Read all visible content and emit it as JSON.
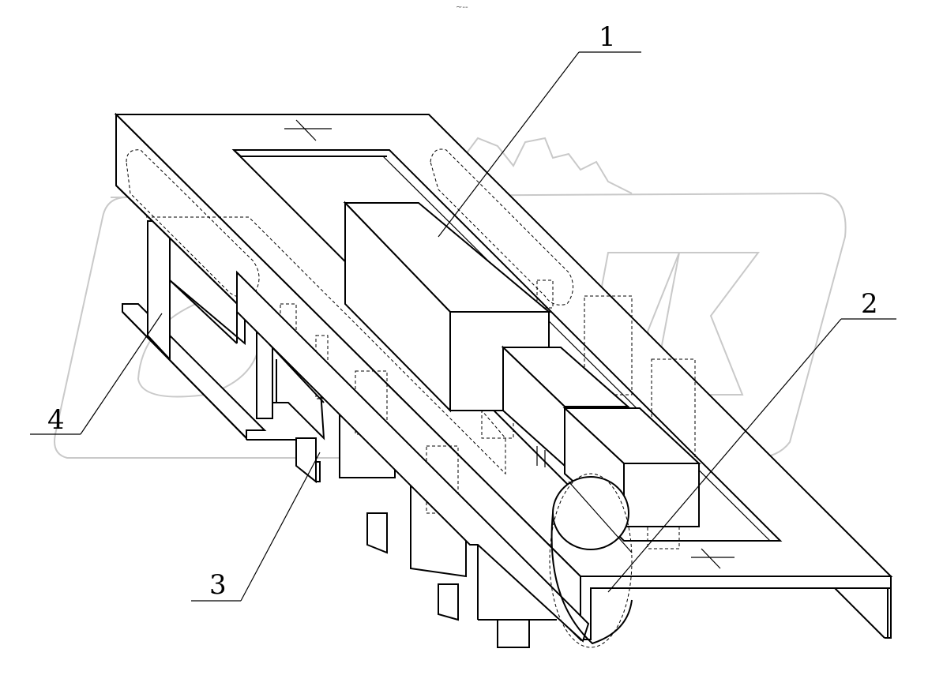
{
  "header_mark": "~--",
  "callouts": [
    {
      "id": "1",
      "text": "1"
    },
    {
      "id": "2",
      "text": "2"
    },
    {
      "id": "3",
      "text": "3"
    },
    {
      "id": "4",
      "text": "4"
    }
  ]
}
